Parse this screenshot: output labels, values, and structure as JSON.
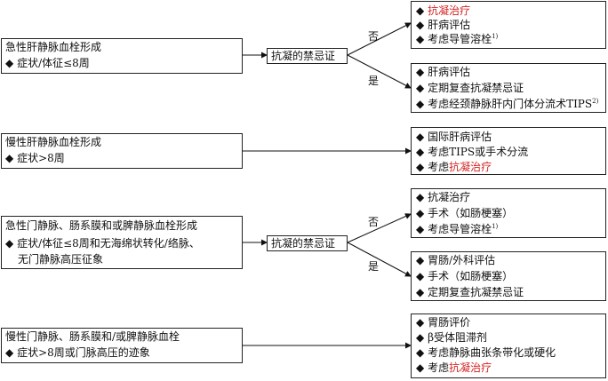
{
  "bullet": "◆",
  "decision_label": "抗凝的禁忌证",
  "branch_no": "否",
  "branch_yes": "是",
  "section1": {
    "title": "急性肝静脉血栓形成",
    "criteria": "症状/体征≤8周",
    "no_items": {
      "i0": "抗凝治疗",
      "i1": "肝病评估",
      "i2": "考虑导管溶栓",
      "i2_sup": "1)"
    },
    "yes_items": {
      "i0": "肝病评估",
      "i1": "定期复查抗凝禁忌证",
      "i2": "考虑经颈静脉肝内门体分流术TIPS",
      "i2_sup": "2)"
    }
  },
  "section2": {
    "title": "慢性肝静脉血栓形成",
    "criteria": "症状>8周",
    "items": {
      "i0": "国际肝病评估",
      "i1": "考虑TIPS或手术分流",
      "i2_prefix": "考虑",
      "i2_red": "抗凝治疗"
    }
  },
  "section3": {
    "title": "急性门静脉、肠系膜和或脾静脉血栓形成",
    "criteria_line1": "症状/体征≤8周和无海绵状转化/络脉、",
    "criteria_line2": "无门静脉高压征象",
    "no_items": {
      "i0": "抗凝治疗",
      "i1": "手术（如肠梗塞）",
      "i2": "考虑导管溶栓",
      "i2_sup": "1)"
    },
    "yes_items": {
      "i0": "胃肠/外科评估",
      "i1": "手术（如肠梗塞）",
      "i2": "定期复查抗凝禁忌证"
    }
  },
  "section4": {
    "title": "慢性门静脉、肠系膜和/或脾静脉血栓",
    "criteria": "症状>8周或门脉高压的迹象",
    "items": {
      "i0": "胃肠评价",
      "i1": "β受体阻滞剂",
      "i2": "考虑静脉曲张条带化或硬化",
      "i3_prefix": "考虑",
      "i3_red": "抗凝治疗"
    }
  }
}
